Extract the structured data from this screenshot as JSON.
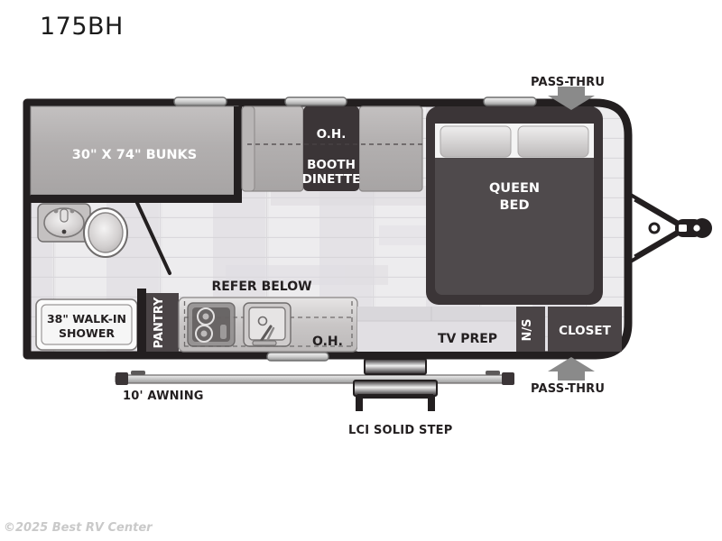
{
  "title": "175BH",
  "copyright": "©2025 Best RV Center",
  "colors": {
    "wall": "#231f20",
    "dark_furniture": "#3b3537",
    "mid_furniture": "#4a4446",
    "light_furniture": "#b3b0b0",
    "floor": "#e9e8ea",
    "floor_alt": "#dedce0",
    "white": "#ffffff",
    "arrow": "#8a8a8a",
    "label_text": "#231f20",
    "label_text_light": "#ffffff",
    "copyright_gray": "#c9c9c9"
  },
  "floorplan": {
    "rooms": [
      {
        "key": "bunks",
        "label": "30\" X 74\" BUNKS",
        "tone": "light"
      },
      {
        "key": "oh_top",
        "label": "O.H.",
        "tone": "dark"
      },
      {
        "key": "dinette",
        "label": "BOOTH DINETTE",
        "tone": "dark"
      },
      {
        "key": "queen",
        "label": "QUEEN BED",
        "tone": "dark"
      },
      {
        "key": "shower",
        "label": "38\" WALK-IN SHOWER",
        "tone": "white"
      },
      {
        "key": "pantry",
        "label": "PANTRY",
        "tone": "dark"
      },
      {
        "key": "oh_kitchen",
        "label": "O.H.",
        "tone": "light"
      },
      {
        "key": "ns",
        "label": "N/S",
        "tone": "dark"
      },
      {
        "key": "closet",
        "label": "CLOSET",
        "tone": "dark"
      }
    ],
    "labels": {
      "bunks": "30\" X 74\" BUNKS",
      "oh_dinette": "O.H.",
      "booth_dinette_line1": "BOOTH",
      "booth_dinette_line2": "DINETTE",
      "queen_bed_line1": "QUEEN",
      "queen_bed_line2": "BED",
      "shower_line1": "38\" WALK-IN",
      "shower_line2": "SHOWER",
      "pantry": "PANTRY",
      "refer_below": "REFER BELOW",
      "oh_kitchen": "O.H.",
      "tv_prep": "TV PREP",
      "ns": "N/S",
      "closet": "CLOSET"
    },
    "callouts": [
      {
        "key": "pass_thru_top",
        "text": "PASS-THRU",
        "arrow": "down"
      },
      {
        "key": "pass_thru_bottom",
        "text": "PASS-THRU",
        "arrow": "up"
      },
      {
        "key": "awning",
        "text": "10' AWNING",
        "arrow": "none"
      },
      {
        "key": "step",
        "text": "LCI SOLID STEP",
        "arrow": "none"
      }
    ],
    "features": [
      "hitch-coupler",
      "a-frame-tongue",
      "roof-vent",
      "window",
      "sink",
      "toilet",
      "two-burner-range",
      "kitchen-sink",
      "entry-step",
      "awning-rail",
      "door-swing"
    ]
  }
}
